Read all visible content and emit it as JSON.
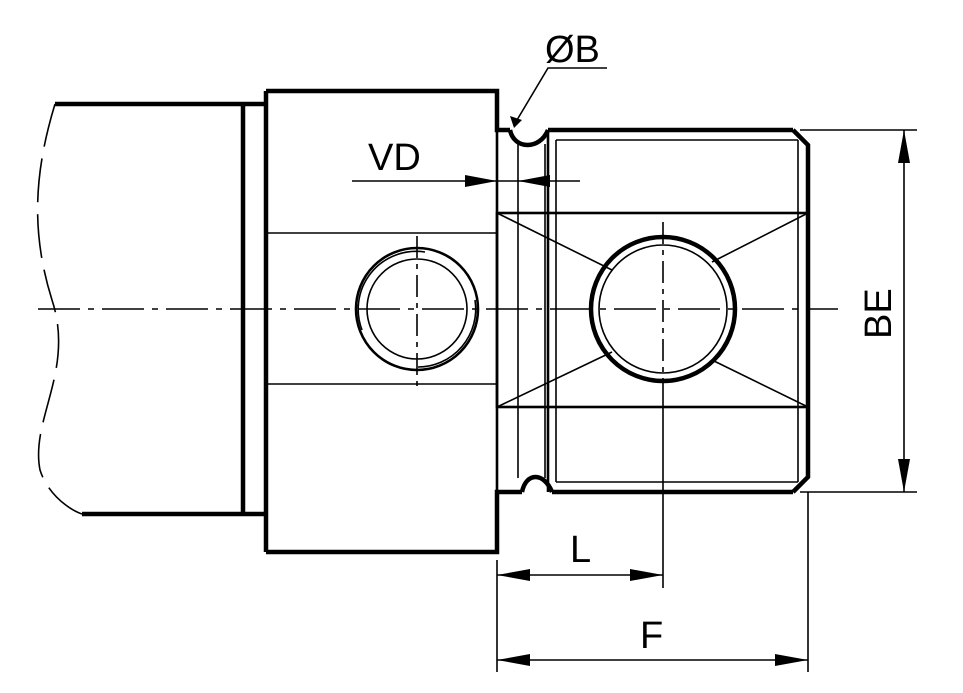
{
  "labels": {
    "diameter_b": "ØB",
    "vd": "VD",
    "be": "BE",
    "l": "L",
    "f": "F"
  }
}
